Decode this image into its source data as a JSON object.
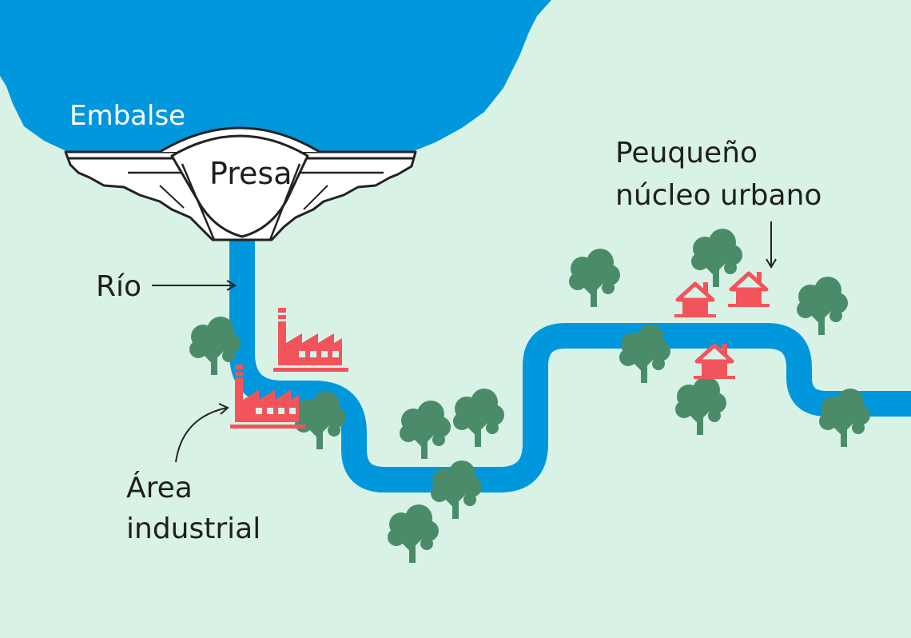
{
  "colors": {
    "background": "#d9f2e6",
    "water": "#0097dc",
    "tree": "#4a8c6a",
    "building": "#f2545b",
    "dam": "#ffffff",
    "outline": "#222222",
    "text": "#1f1f1f"
  },
  "labels": {
    "reservoir": "Embalse",
    "dam": "Presa",
    "river": "Río",
    "industrial_line1": "Área",
    "industrial_line2": "industrial",
    "town_line1": "Peuqueño",
    "town_line2": "núcleo urbano"
  },
  "icons": [
    "tree-icon",
    "factory-icon",
    "house-icon",
    "arrow-icon"
  ]
}
